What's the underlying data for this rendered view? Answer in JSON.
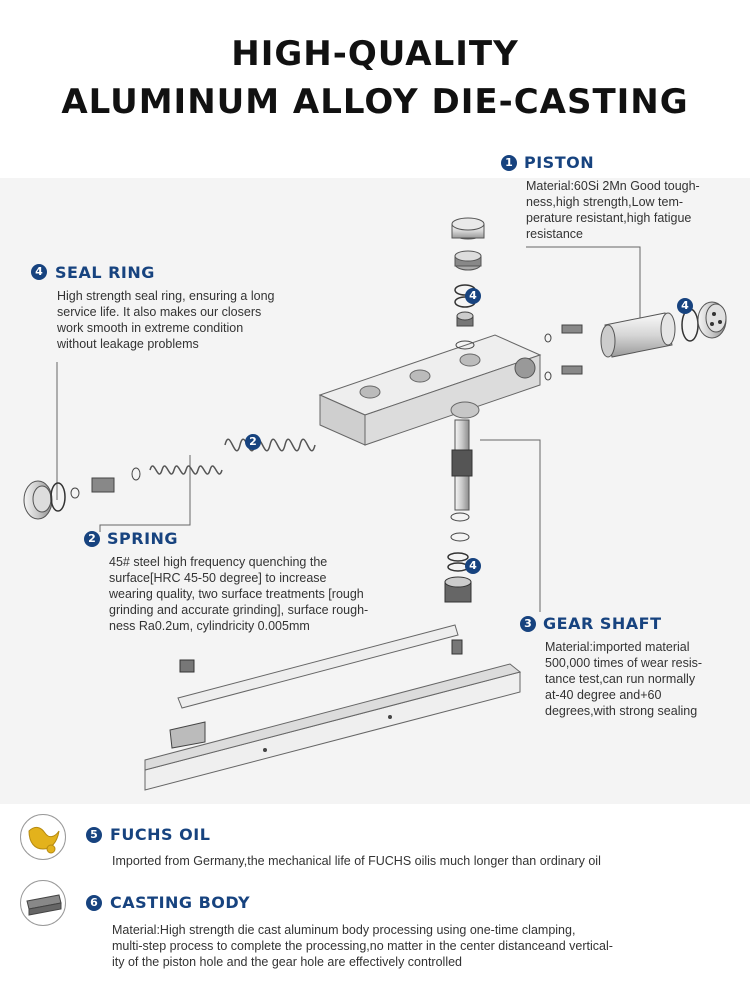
{
  "title": {
    "line1": "HIGH-QUALITY",
    "line2": "ALUMINUM ALLOY DIE-CASTING"
  },
  "features": {
    "piston": {
      "num": "1",
      "name": "PISTON",
      "text": [
        "Material:60Si 2Mn Good tough-",
        "ness,high strength,Low tem-",
        "perature resistant,high fatigue",
        "resistance"
      ]
    },
    "seal_ring": {
      "num": "4",
      "name": "SEAL RING",
      "text": [
        "High strength seal ring, ensuring a long",
        "service life. It also makes our closers",
        "work smooth in extreme condition",
        "without leakage problems"
      ]
    },
    "spring": {
      "num": "2",
      "name": "SPRING",
      "text": [
        "45# steel high frequency quenching the",
        "surface[HRC 45-50 degree] to increase",
        "wearing quality, two surface treatments [rough",
        "grinding and accurate grinding], surface rough-",
        "ness Ra0.2um, cylindricity 0.005mm"
      ]
    },
    "gear_shaft": {
      "num": "3",
      "name": "GEAR SHAFT",
      "text": [
        "Material:imported material",
        "500,000 times of wear resis-",
        "tance test,can run normally",
        "at-40 degree and+60",
        "degrees,with strong sealing"
      ]
    },
    "fuchs_oil": {
      "num": "5",
      "name": "FUCHS OIL",
      "text": [
        "Imported from Germany,the mechanical life of FUCHS oilis much longer than ordinary oil"
      ]
    },
    "casting_body": {
      "num": "6",
      "name": "CASTING BODY",
      "text": [
        "Material:High strength die cast aluminum body processing using one-time clamping,",
        "multi-step process to complete the processing,no matter in the center distanceand vertical-",
        "ity of the piston hole and the gear hole are effectively controlled"
      ]
    }
  },
  "callouts": {
    "top_seal": "4",
    "right_seal": "4",
    "spring_mid": "2",
    "gear_seal": "4"
  },
  "colors": {
    "accent": "#17437f",
    "oil": "#e3b21c"
  }
}
